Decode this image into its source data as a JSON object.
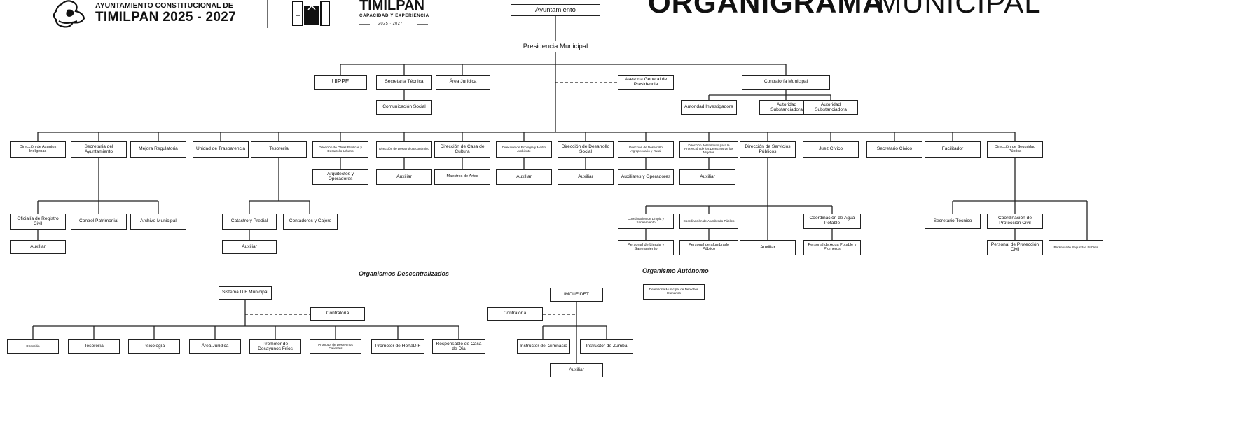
{
  "header": {
    "small_line": "AYUNTAMIENTO CONSTITUCIONAL DE",
    "big_line": "TIMILPAN 2025 - 2027",
    "logo2_title": "TIMILPAN",
    "logo2_sub": "CAPACIDAD Y EXPERIENCIA",
    "logo2_years": "2025 · 2027",
    "title_bold": "ORGANIGRAMA",
    "title_light": "MUNICIPAL"
  },
  "sections": {
    "descentralizados": "Organismos Descentralizados",
    "autonomo": "Organismo Autónomo"
  },
  "nodes": {
    "ayuntamiento": "Ayuntamiento",
    "presidencia": "Presidencia Municipal",
    "uippe": "UIPPE",
    "sec_tecnica": "Secretaría Técnica",
    "comunicacion": "Comunicación Social",
    "area_juridica": "Área Jurídica",
    "asesoria": "Asesoría General de Presidencia",
    "contraloria": "Contraloría Municipal",
    "aut_investigadora": "Autoridad Investigadora",
    "aut_subst1": "Autoridad Substanciadora",
    "aut_subst2": "Autoridad Substanciadora",
    "asuntos_indigenas": "Dirección de Asuntos Indígenas",
    "sec_ayuntamiento": "Secretaría del Ayuntamiento",
    "mejora_regulatoria": "Mejora Regulatoria",
    "transparencia": "Unidad de Trasparencia",
    "tesoreria": "Tesorería",
    "obras_publicas": "Dirección de Obras Públicas y Desarrollo Urbano",
    "desarrollo_economico": "Dirección de Desarrollo Económico",
    "casa_cultura": "Dirección de Casa de Cultura",
    "ecologia": "Dirección de Ecología y Medio Ambiente",
    "desarrollo_social": "Dirección de Desarrollo Social",
    "agropecuario": "Dirección de Desarrollo Agropecuario y Rural",
    "instituto_mujer": "Dirección del Instituto para la Protección de los Derechos de las Mujeres",
    "servicios_publicos": "Dirección de Servicios Públicos",
    "juez_civico": "Juez Cívico",
    "secretario_civico": "Secretario Cívico",
    "facilitador": "Facilitador",
    "seguridad_publica": "Dirección de Seguridad Pública",
    "arquitectos": "Arquitectos y Operadores",
    "aux_economico": "Auxiliar",
    "maestros_artes": "Maestros de Artes",
    "aux_ecologia": "Auxiliar",
    "aux_social": "Auxiliar",
    "auxiliares_operadores": "Auxiliares y Operadores",
    "aux_mujer": "Auxiliar",
    "oficialia": "Oficialía de Registro Civil",
    "control_patrimonial": "Control Patrimonial",
    "archivo": "Archivo Municipal",
    "aux_oficialia": "Auxiliar",
    "catastro": "Catastro y Predial",
    "contadores": "Contadores y Cajero",
    "aux_catastro": "Auxiliar",
    "coord_limpia": "Coordinación de Limpia y Saneamiento",
    "coord_alumbrado": "Coordinación de Alumbrado Público",
    "coord_agua": "Coordinación de Agua Potable",
    "pers_limpia": "Personal de Limpia y Saneamiento",
    "pers_alumbrado": "Personal de alumbrado Público",
    "aux_servicios": "Auxiliar",
    "pers_agua": "Personal de Agua Potable y Plomeros",
    "sec_tecnico_seg": "Secretario Técnico",
    "coord_proteccion": "Coordinación de Protección Civil",
    "pers_proteccion": "Personal de Protección Civil",
    "pers_seguridad": "Personal de Seguridad Pública",
    "dif": "Sistema DIF Municipal",
    "dif_contraloria": "Contraloría",
    "dif_direccion": "Dirección",
    "dif_tesoreria": "Tesorería",
    "dif_psicologia": "Psicología",
    "dif_juridica": "Área Jurídica",
    "dif_frios": "Promotor de Desayunos Fríos",
    "dif_calientes": "Promotor de Desayunos Calientes",
    "dif_horta": "Promotor de HortaDIF",
    "dif_casa_dia": "Responsable de Casa de Día",
    "imcufidet": "IMCUFIDET",
    "imc_contraloria": "Contraloría",
    "instructor_gimnasio": "Instructor del Gimnasio",
    "instructor_zumba": "Instructor de Zumba",
    "imc_auxiliar": "Auxiliar",
    "defensoria": "Defensoría Municipal de Derechos Humanos"
  }
}
